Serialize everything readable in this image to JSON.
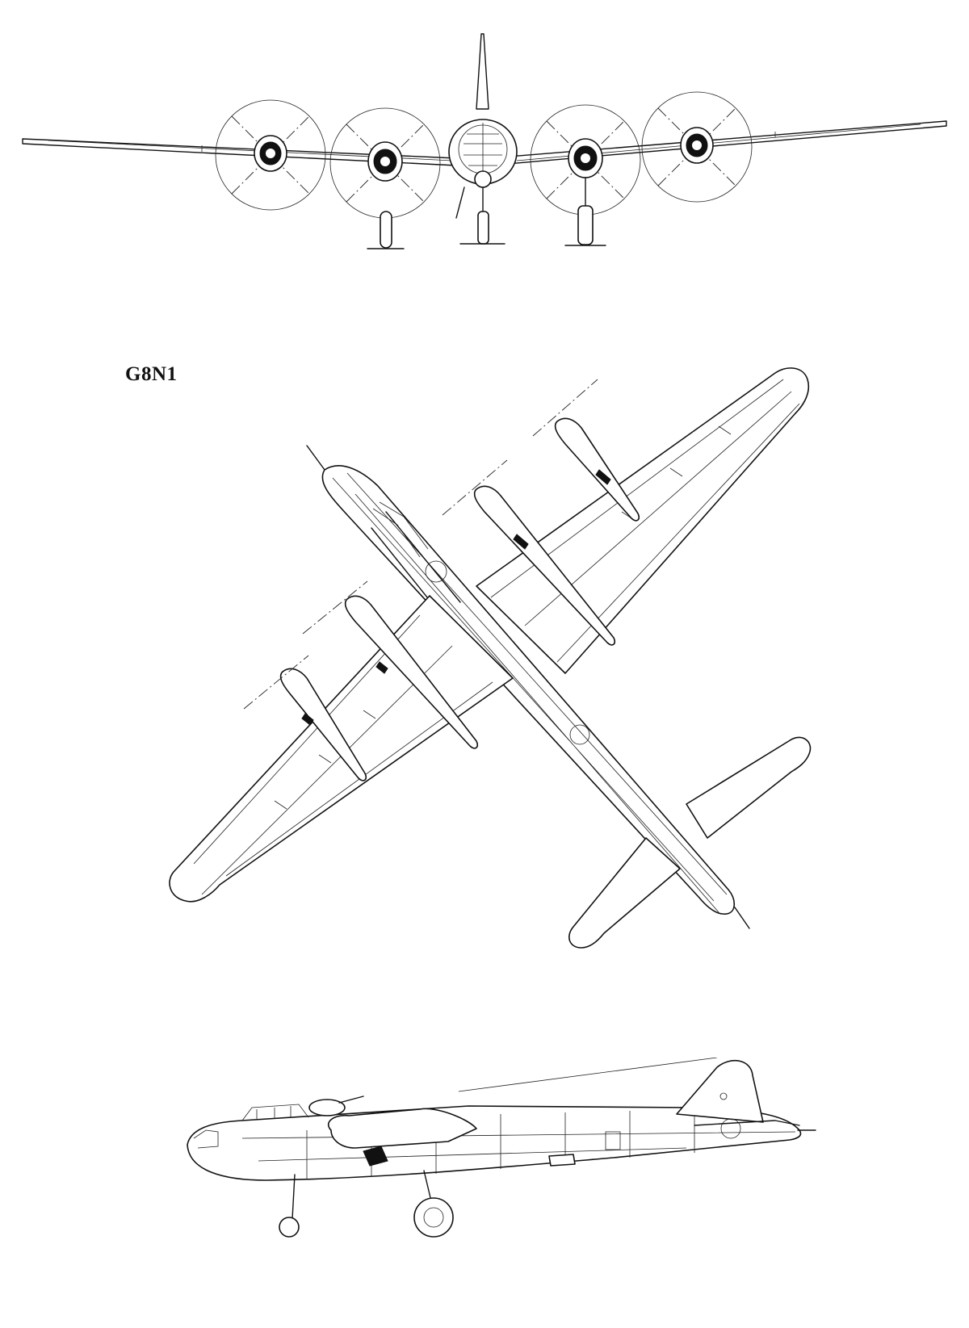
{
  "drawing": {
    "designation": "G8N1",
    "views": [
      "front-view",
      "plan-view",
      "side-view"
    ],
    "line_color": "#111111",
    "background": "#ffffff"
  }
}
